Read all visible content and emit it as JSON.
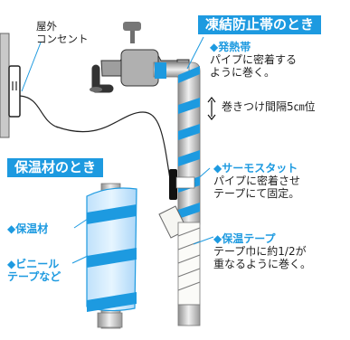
{
  "banners": {
    "freeze": "凍結防止帯のとき",
    "insulation": "保温材のとき"
  },
  "outdoor_outlet": [
    "屋外",
    "コンセント"
  ],
  "heating_band": {
    "title": "◆発熱帯",
    "description": [
      "パイプに密着する",
      "ように巻く。"
    ]
  },
  "winding_interval": "巻きつけ間隔5㎝位",
  "thermostat": {
    "title": "◆サーモスタット",
    "description": [
      "パイプに密着させ",
      "テープにて固定。"
    ]
  },
  "insulation_tape": {
    "title": "◆保温テープ",
    "description": [
      "テープ巾に約1/2が",
      "重なるように巻く。"
    ]
  },
  "insulation_material": "◆保温材",
  "vinyl_tape": [
    "◆ビニール",
    "テープなど"
  ],
  "colors": {
    "accent": "#1d9ae0",
    "pipe": "#dcdcdc",
    "metal": "#999999",
    "dark": "#222222"
  }
}
